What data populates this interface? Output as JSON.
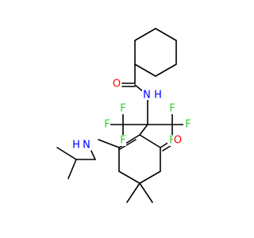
{
  "colors": {
    "background": "#ffffff",
    "bond": "#000000",
    "carbon_bond": "#000000",
    "oxygen": "#ff0000",
    "nitrogen": "#0000ff",
    "fluorine": "#33cc33"
  },
  "atoms": {
    "amide_oxygen": {
      "symbol": "O",
      "element": "oxygen"
    },
    "amide_nitrogen": {
      "symbol": "N",
      "element": "nitrogen"
    },
    "amide_nitrogen_h": {
      "symbol": "H",
      "element": "nitrogen"
    },
    "fluorine_1": {
      "symbol": "F",
      "element": "fluorine"
    },
    "fluorine_2": {
      "symbol": "F",
      "element": "fluorine"
    },
    "fluorine_3": {
      "symbol": "F",
      "element": "fluorine"
    },
    "fluorine_4": {
      "symbol": "F",
      "element": "fluorine"
    },
    "fluorine_5": {
      "symbol": "F",
      "element": "fluorine"
    },
    "fluorine_6": {
      "symbol": "F",
      "element": "fluorine"
    },
    "amine_nitrogen": {
      "symbol": "N",
      "element": "nitrogen"
    },
    "amine_nitrogen_h": {
      "symbol": "H",
      "element": "nitrogen"
    },
    "ketone_oxygen": {
      "symbol": "O",
      "element": "oxygen"
    }
  }
}
